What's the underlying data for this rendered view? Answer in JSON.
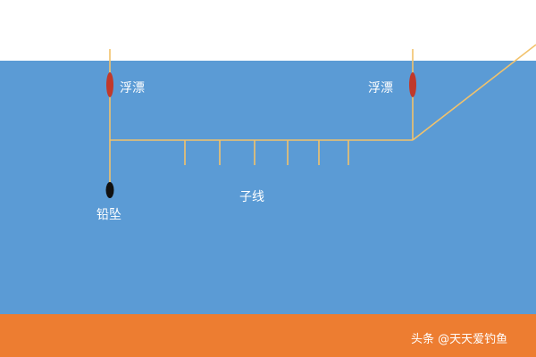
{
  "labels": {
    "float_left": "浮漂",
    "float_right": "浮漂",
    "sinker": "铅坠",
    "branch_lines": "子线"
  },
  "watermark": "头条 @天天爱钓鱼",
  "colors": {
    "sky": "#ffffff",
    "water": "#5b9bd5",
    "riverbed": "#ed7d31",
    "line": "#f2c26b",
    "float_body": "#c0392b",
    "sinker": "#111111",
    "text": "#ffffff"
  }
}
